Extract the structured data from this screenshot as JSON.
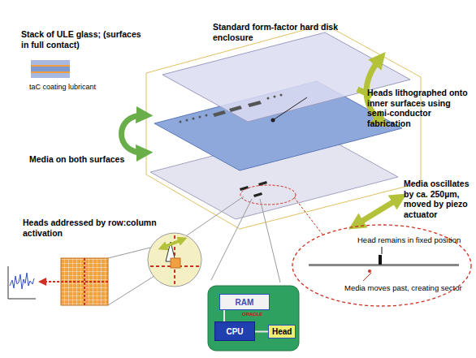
{
  "diagram": {
    "nodes": [
      {
        "text": [
          "RAM"
        ]
      },
      {
        "text": [
          "CPU"
        ]
      },
      {
        "text": [
          "Head"
        ]
      }
    ],
    "edges": [
      {
        "from": 0,
        "to": 1,
        "arrow": "none"
      },
      {
        "from": 1,
        "to": 2,
        "arrow": "none"
      }
    ],
    "labels": [
      "Stack of ULE glass; (surfaces in full contact)",
      "taC coating lubricant",
      "Standard form-factor hard disk enclosure",
      "Media on both surfaces",
      "Heads lithographed onto inner surfaces using semi-conductor fabrication",
      "Media oscillates by ca. 250µm, moved by piezo actuator",
      "Heads addressed by row:column activation",
      "Head remains in fixed position",
      "Media moves past, creating sector",
      "ORACLE"
    ]
  }
}
